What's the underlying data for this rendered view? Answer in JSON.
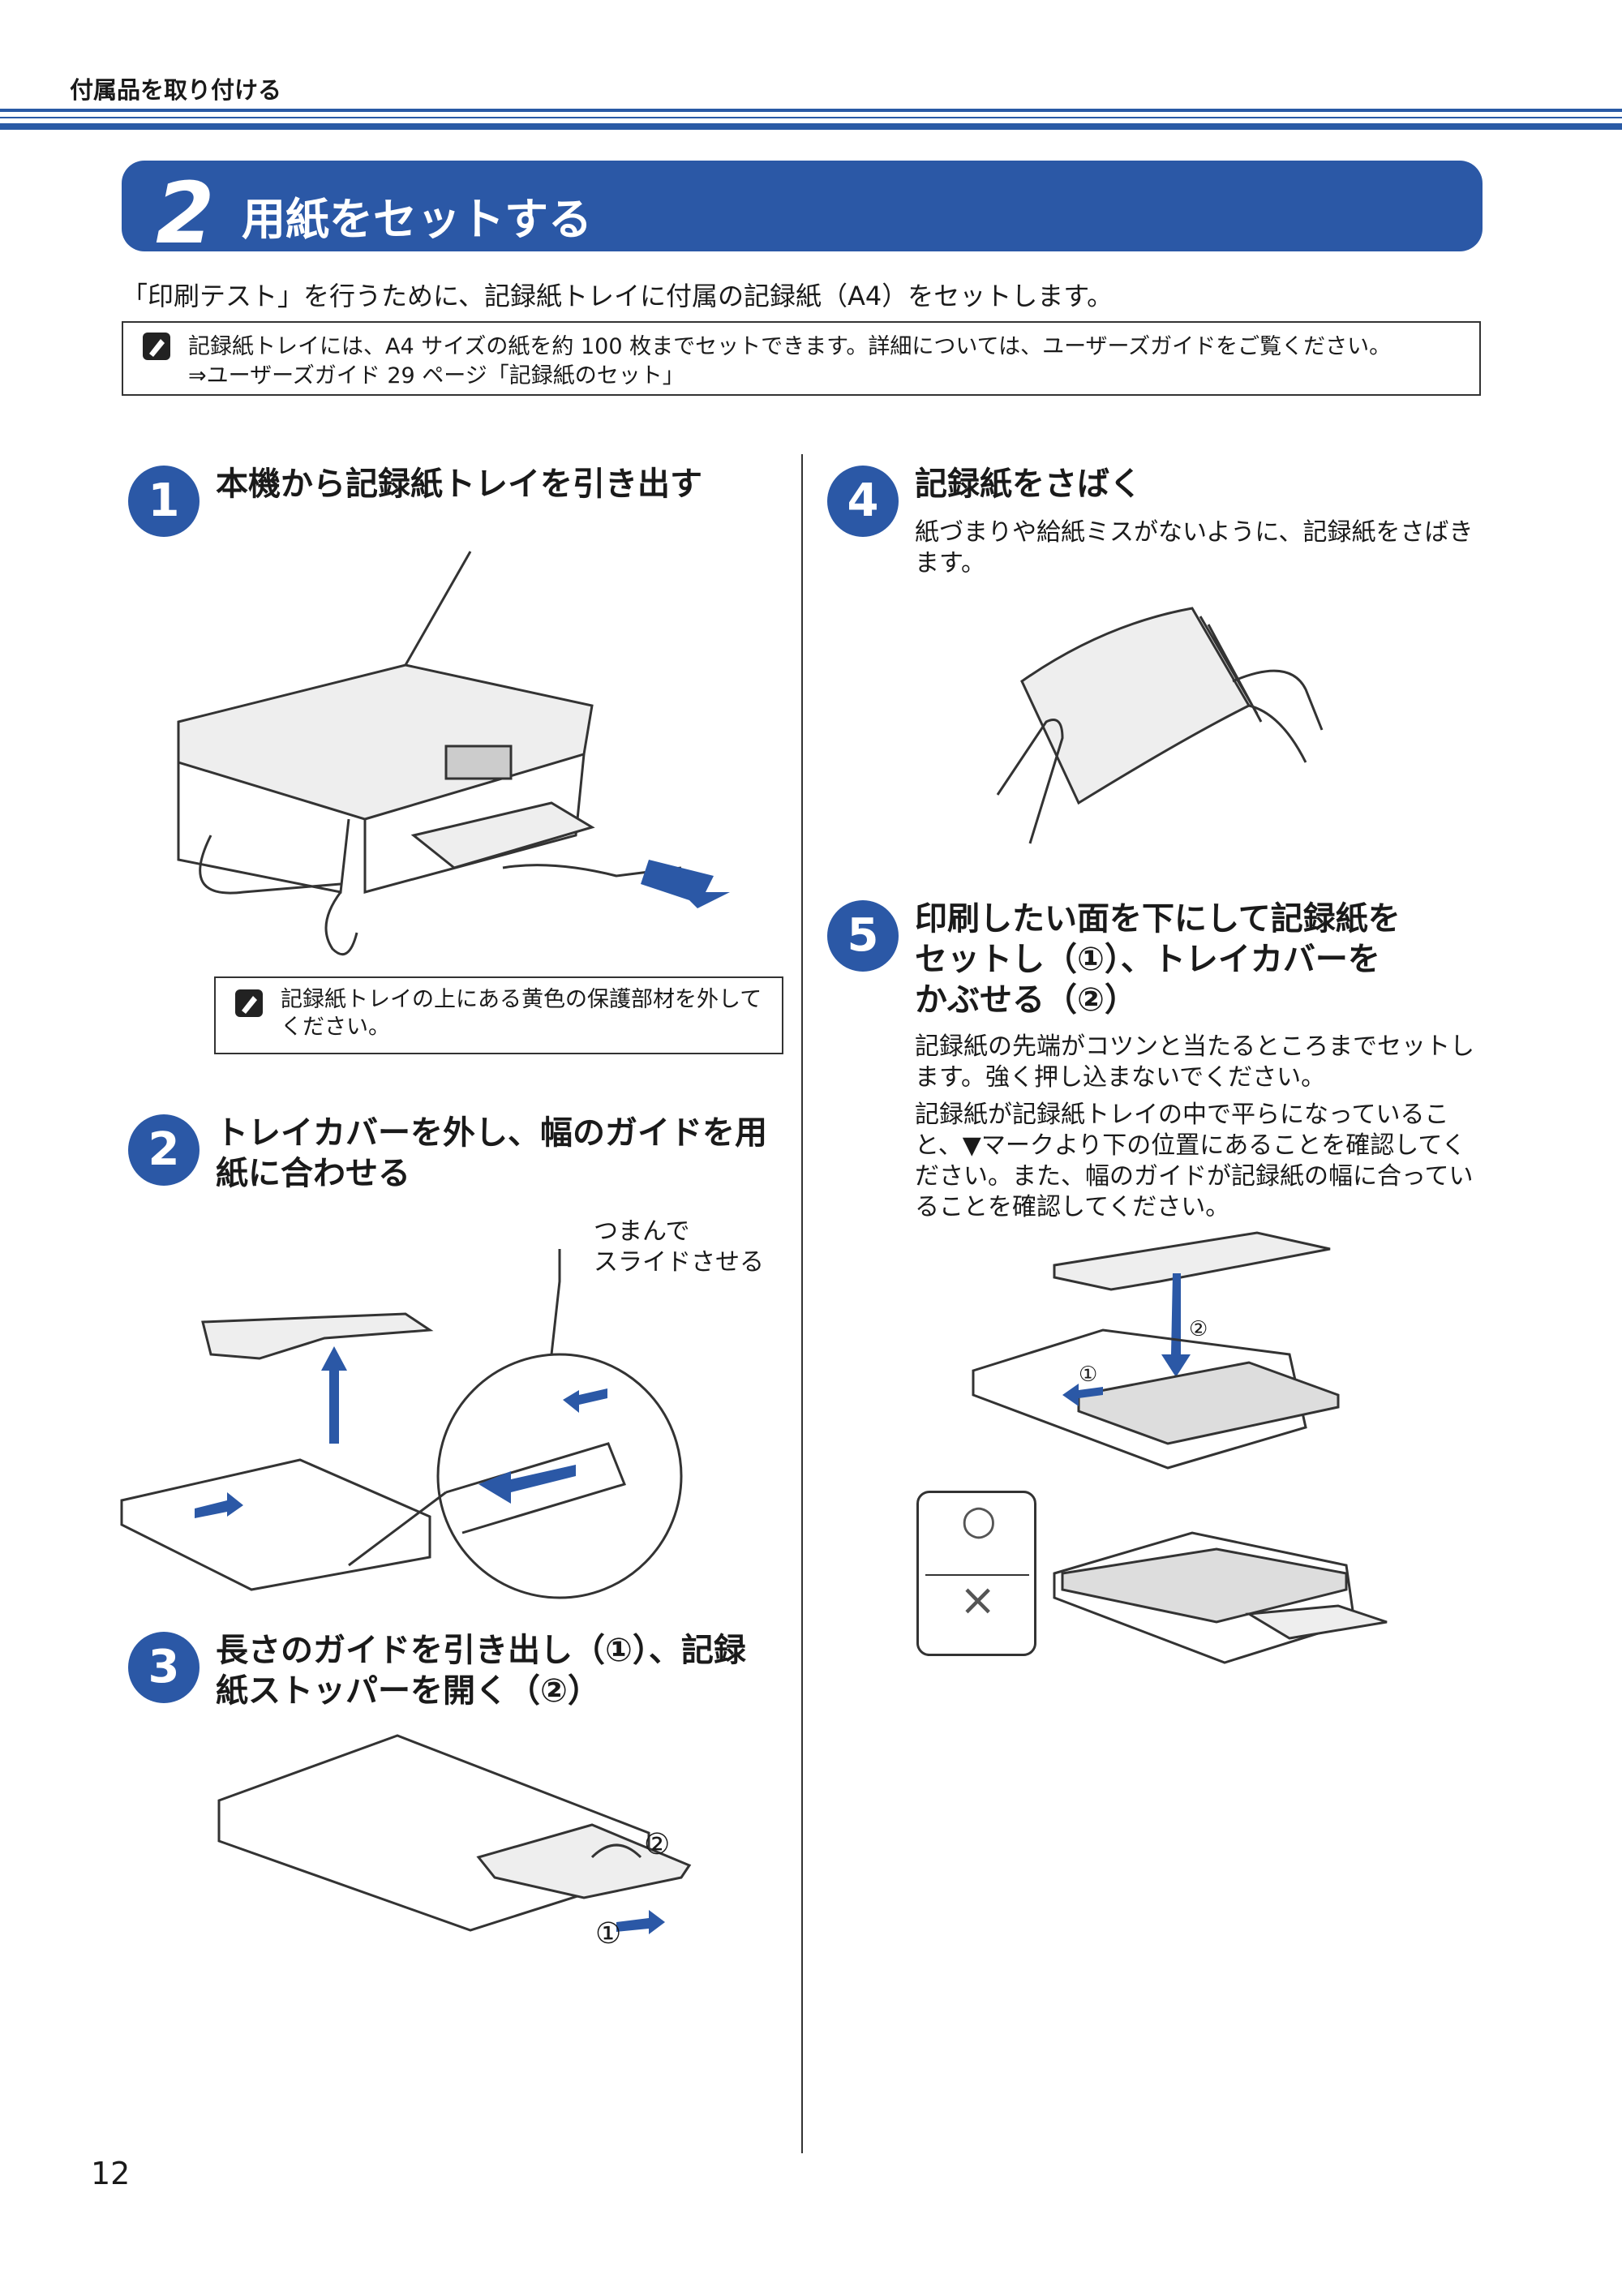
{
  "header": {
    "section": "付属品を取り付ける"
  },
  "banner": {
    "number": "2",
    "title": "用紙をセットする"
  },
  "intro": "「印刷テスト」を行うために、記録紙トレイに付属の記録紙（A4）をセットします。",
  "note_main": {
    "line1": "記録紙トレイには、A4 サイズの紙を約 100 枚までセットできます。詳細については、ユーザーズガイドをご覧ください。",
    "line2": "⇒ユーザーズガイド 29 ページ「記録紙のセット」"
  },
  "steps": [
    {
      "number": "1",
      "title": "本機から記録紙トレイを引き出す"
    },
    {
      "number": "2",
      "title_line1": "トレイカバーを外し、幅のガイドを用",
      "title_line2": "紙に合わせる"
    },
    {
      "number": "3",
      "title_line1": "長さのガイドを引き出し（①）、記録",
      "title_line2": "紙ストッパーを開く（②）"
    },
    {
      "number": "4",
      "title": "記録紙をさばく",
      "body_line1": "紙づまりや給紙ミスがないように、記録紙をさばき",
      "body_line2": "ます。"
    },
    {
      "number": "5",
      "title_line1": "印刷したい面を下にして記録紙を",
      "title_line2": "セットし（①）、トレイカバーを",
      "title_line3": "かぶせる（②）",
      "body1_line1": "記録紙の先端がコツンと当たるところまでセットし",
      "body1_line2": "ます。強く押し込まないでください。",
      "body2_line1": "記録紙が記録紙トレイの中で平らになっているこ",
      "body2_line2": "と、▼マークより下の位置にあることを確認してく",
      "body2_line3": "ださい。また、幅のガイドが記録紙の幅に合ってい",
      "body2_line4": "ることを確認してください。"
    }
  ],
  "note_step1": {
    "line1": "記録紙トレイの上にある黄色の保護部材を外して",
    "line2": "ください。"
  },
  "callout_step2": {
    "line1": "つまんで",
    "line2": "スライドさせる"
  },
  "labels": {
    "one": "①",
    "two": "②",
    "ok": "○",
    "ng": "×"
  },
  "page_number": "12",
  "colors": {
    "accent": "#2b58a6",
    "border": "#333333"
  }
}
